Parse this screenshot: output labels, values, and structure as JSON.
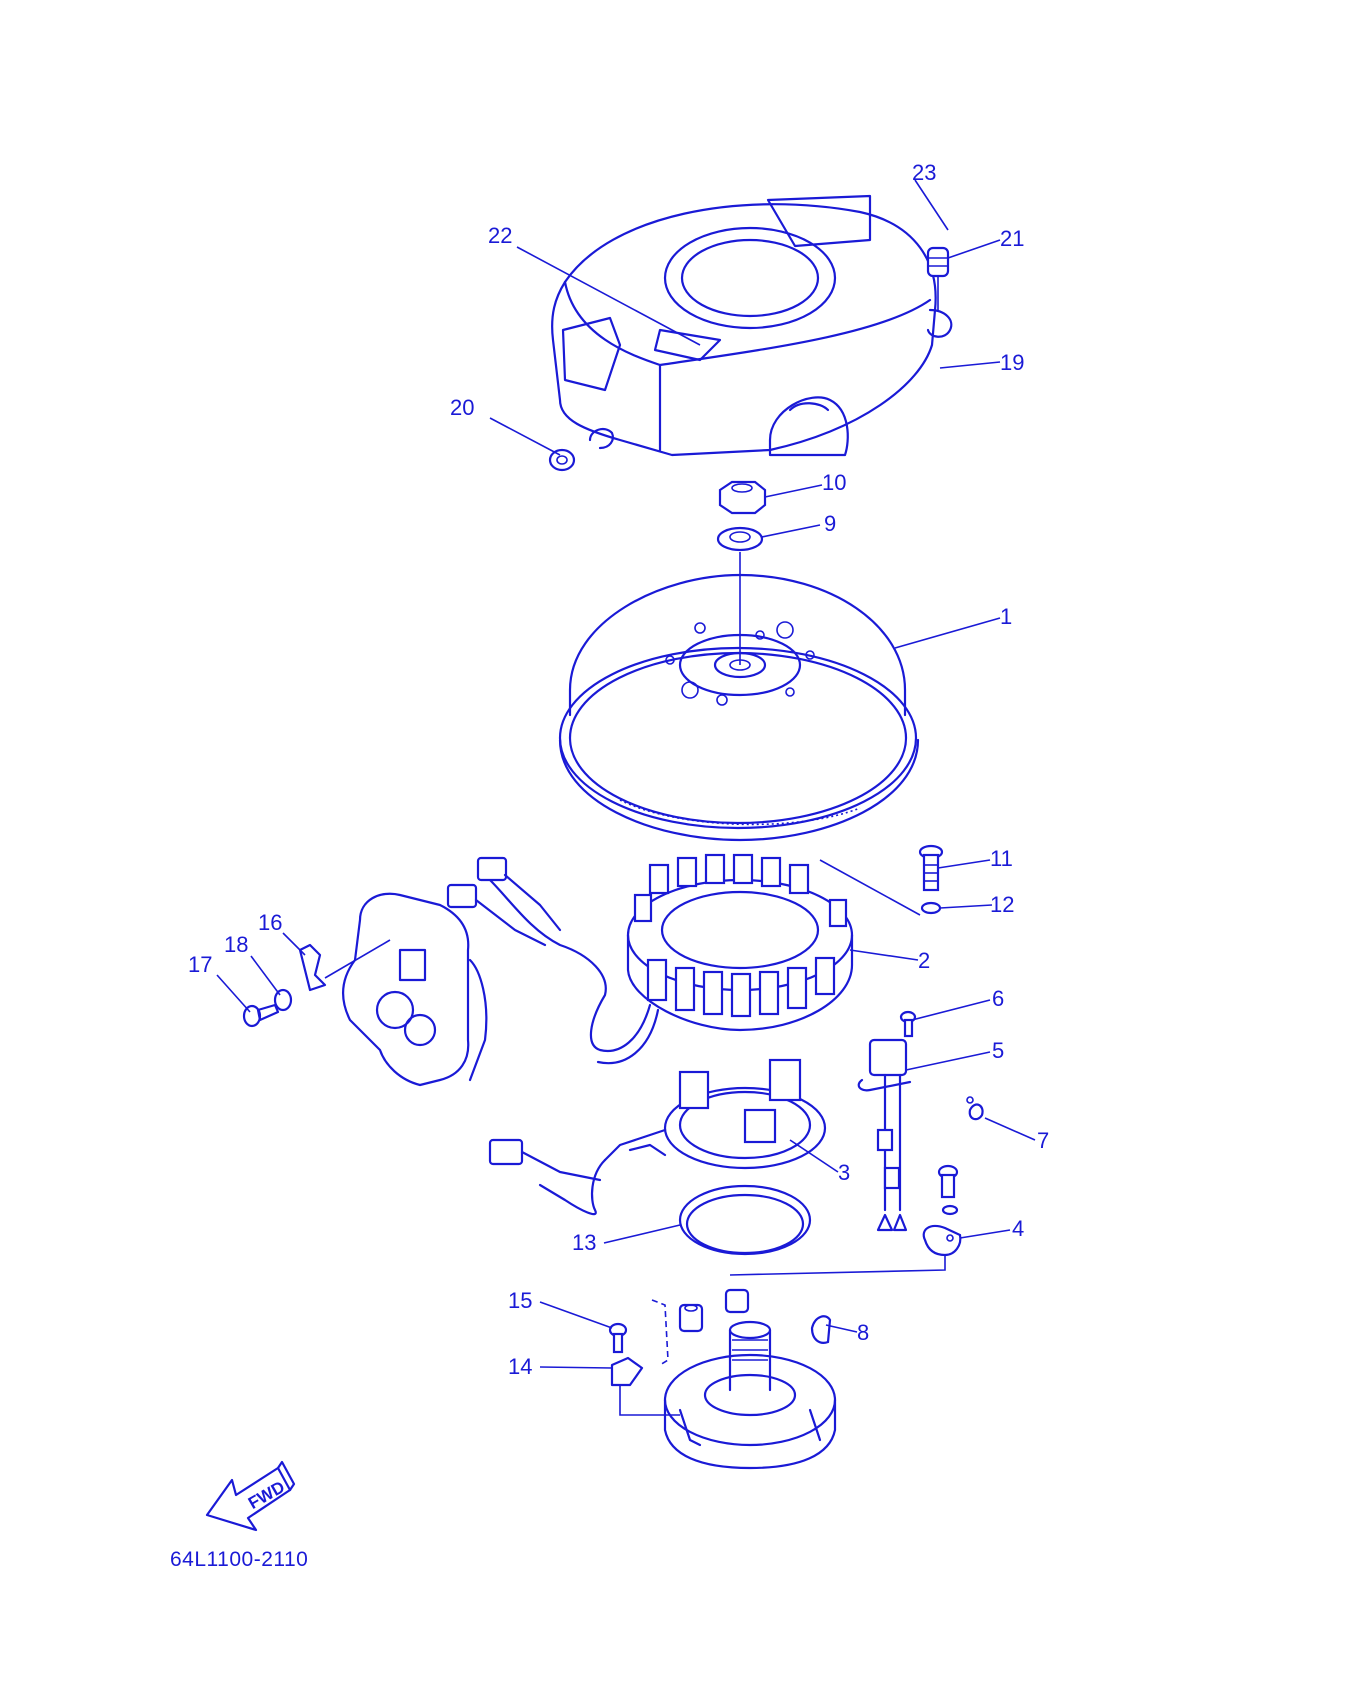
{
  "diagram": {
    "drawing_code": "64L1100-2110",
    "direction_arrow_label": "FWD",
    "accent_color": "#1a1ad6",
    "callouts": {
      "c1": "1",
      "c2": "2",
      "c3": "3",
      "c4": "4",
      "c5": "5",
      "c6": "6",
      "c7": "7",
      "c8": "8",
      "c9": "9",
      "c10": "10",
      "c11": "11",
      "c12": "12",
      "c13": "13",
      "c14": "14",
      "c15": "15",
      "c16": "16",
      "c17": "17",
      "c18": "18",
      "c19": "19",
      "c20": "20",
      "c21": "21",
      "c22": "22",
      "c23": "23"
    }
  }
}
